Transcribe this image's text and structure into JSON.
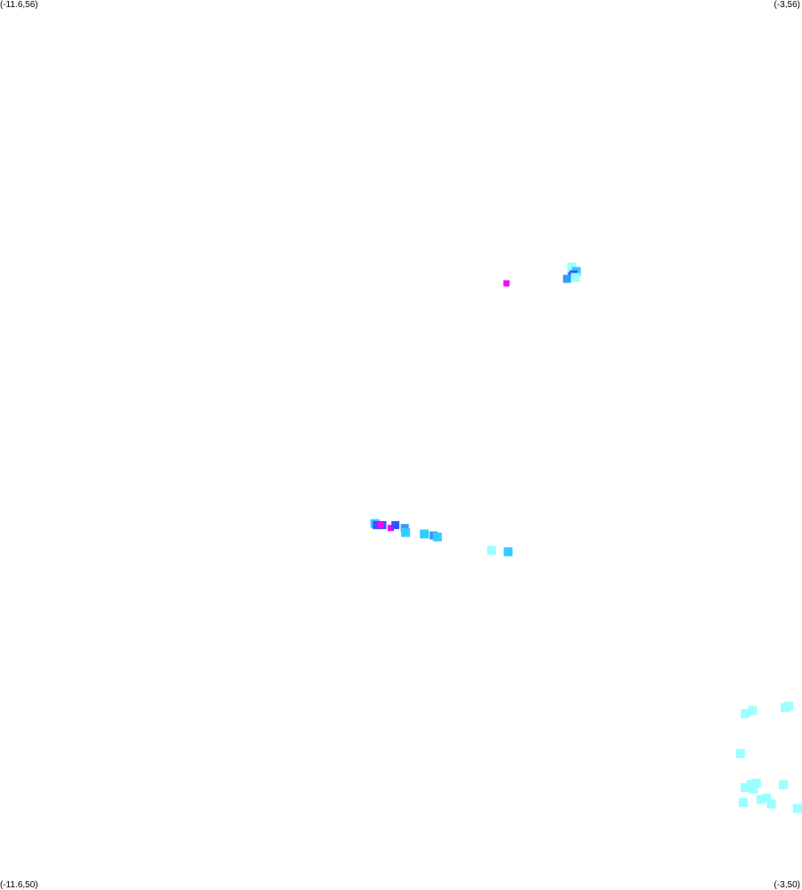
{
  "corners": {
    "top_left": "(-11.6,56)",
    "top_right": "(-3,56)",
    "bottom_left": "(-11.6,50)",
    "bottom_right": "(-3,50)"
  },
  "extent": {
    "lon_min": -11.6,
    "lon_max": -3,
    "lat_min": 50,
    "lat_max": 56
  },
  "palette": {
    "low": "#99ffff",
    "mid_low": "#33ccff",
    "mid": "#3399ff",
    "high": "#3355ff",
    "peak": "#ff00ff",
    "background": "#ffffff"
  },
  "intensity_levels": [
    "low",
    "mid_low",
    "mid",
    "high",
    "peak"
  ],
  "clusters": [
    {
      "name": "north-cluster",
      "cells": [
        {
          "lon": -6.17,
          "lat": 54.09,
          "level": "peak"
        },
        {
          "lon": -5.47,
          "lat": 54.2,
          "level": "low"
        },
        {
          "lon": -5.42,
          "lat": 54.17,
          "level": "mid_low"
        },
        {
          "lon": -5.47,
          "lat": 54.14,
          "level": "mid"
        },
        {
          "lon": -5.45,
          "lat": 54.15,
          "level": "high"
        },
        {
          "lon": -5.52,
          "lat": 54.12,
          "level": "mid"
        },
        {
          "lon": -5.43,
          "lat": 54.13,
          "level": "low"
        }
      ]
    },
    {
      "name": "central-cluster",
      "cells": [
        {
          "lon": -7.58,
          "lat": 52.47,
          "level": "mid_low"
        },
        {
          "lon": -7.56,
          "lat": 52.46,
          "level": "high"
        },
        {
          "lon": -7.5,
          "lat": 52.46,
          "level": "high"
        },
        {
          "lon": -7.52,
          "lat": 52.46,
          "level": "peak"
        },
        {
          "lon": -7.41,
          "lat": 52.44,
          "level": "peak"
        },
        {
          "lon": -7.36,
          "lat": 52.46,
          "level": "high"
        },
        {
          "lon": -7.26,
          "lat": 52.44,
          "level": "mid"
        },
        {
          "lon": -7.25,
          "lat": 52.41,
          "level": "mid_low"
        },
        {
          "lon": -7.05,
          "lat": 52.4,
          "level": "mid_low"
        },
        {
          "lon": -6.95,
          "lat": 52.39,
          "level": "mid"
        },
        {
          "lon": -6.91,
          "lat": 52.38,
          "level": "mid_low"
        },
        {
          "lon": -6.33,
          "lat": 52.29,
          "level": "low"
        },
        {
          "lon": -6.15,
          "lat": 52.28,
          "level": "mid_low"
        }
      ]
    },
    {
      "name": "southeast-cluster",
      "cells": [
        {
          "lon": -3.18,
          "lat": 51.23,
          "level": "low"
        },
        {
          "lon": -3.14,
          "lat": 51.24,
          "level": "low"
        },
        {
          "lon": -3.61,
          "lat": 51.19,
          "level": "low"
        },
        {
          "lon": -3.53,
          "lat": 51.21,
          "level": "low"
        },
        {
          "lon": -3.66,
          "lat": 50.92,
          "level": "low"
        },
        {
          "lon": -3.61,
          "lat": 50.69,
          "level": "low"
        },
        {
          "lon": -3.55,
          "lat": 50.71,
          "level": "low"
        },
        {
          "lon": -3.52,
          "lat": 50.68,
          "level": "low"
        },
        {
          "lon": -3.49,
          "lat": 50.72,
          "level": "low"
        },
        {
          "lon": -3.2,
          "lat": 50.71,
          "level": "low"
        },
        {
          "lon": -3.63,
          "lat": 50.59,
          "level": "low"
        },
        {
          "lon": -3.44,
          "lat": 50.61,
          "level": "low"
        },
        {
          "lon": -3.38,
          "lat": 50.62,
          "level": "low"
        },
        {
          "lon": -3.33,
          "lat": 50.58,
          "level": "low"
        },
        {
          "lon": -3.05,
          "lat": 50.55,
          "level": "low"
        }
      ]
    }
  ]
}
